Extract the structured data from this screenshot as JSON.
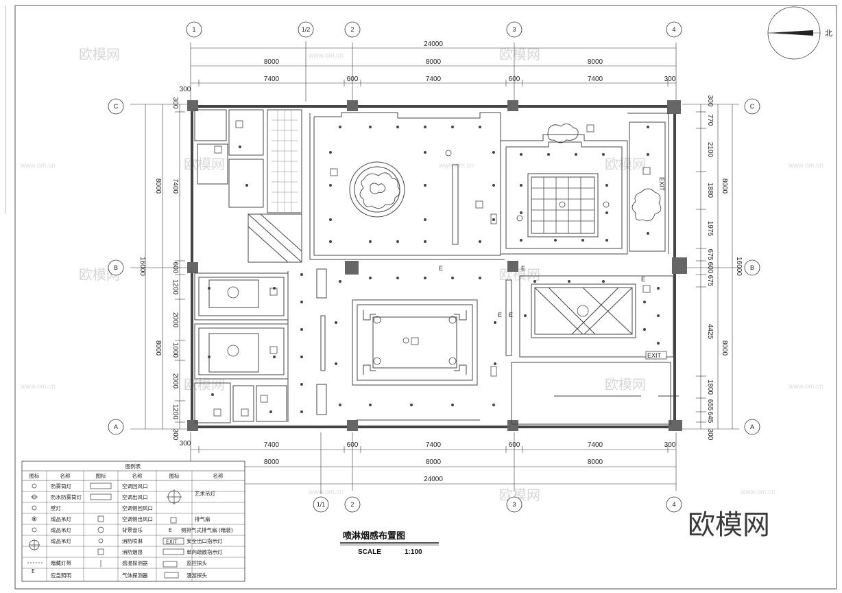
{
  "title": "喷淋烟感布置图",
  "scale_label": "SCALE",
  "scale_value": "1:100",
  "north_label": "北",
  "brand": "欧模网",
  "watermark": {
    "text": "欧模网",
    "url": "www.om.cn"
  },
  "dims": {
    "top_total": "24000",
    "top_bays": [
      "8000",
      "8000",
      "8000"
    ],
    "top_sub": [
      "300",
      "7400",
      "600",
      "7400",
      "600",
      "7400",
      "300"
    ],
    "bottom_sub": [
      "300",
      "7400",
      "600",
      "7400",
      "600",
      "7400",
      "300"
    ],
    "bottom_bays": [
      "8000",
      "8000",
      "8000"
    ],
    "bottom_total": "24000",
    "left_total": "16000",
    "left_bays": [
      "8000",
      "8000"
    ],
    "left_sub": [
      "300",
      "7400",
      "600",
      "1200",
      "2000",
      "1000",
      "2000",
      "1200",
      "300"
    ],
    "right_total": "16000",
    "right_bays": [
      "8000",
      "8000"
    ],
    "right_sub": [
      "300",
      "770",
      "2100",
      "1880",
      "1975",
      "675",
      "600",
      "675",
      "4425",
      "1800",
      "655",
      "645",
      "300"
    ]
  },
  "room_marks": {
    "exit": "EXIT",
    "e": "E"
  },
  "legend": {
    "title": "图例表",
    "headers": [
      "图标",
      "名称",
      "图标",
      "名称",
      "图标",
      "名称"
    ],
    "rows": [
      [
        "防雾筒灯",
        "空调回风口",
        "艺术吊灯"
      ],
      [
        "防水防雾筒灯",
        "空调出风口",
        ""
      ],
      [
        "壁灯",
        "空调侧回风口",
        ""
      ],
      [
        "成品吊灯",
        "空调侧出风口",
        "排气扇"
      ],
      [
        "成品吊灯",
        "背景音乐",
        "侧排气式排气扇 (暗装)"
      ],
      [
        "成品吊灯",
        "消防喷淋",
        "安全出口指示灯"
      ],
      [
        "",
        "消防烟感",
        "单向疏散指示灯"
      ],
      [
        "暗藏灯带",
        "感温探测器",
        "监控探头"
      ],
      [
        "应急照明",
        "气体探测器",
        "漫游探头"
      ]
    ],
    "symbols": [
      "E",
      "EXIT"
    ]
  }
}
